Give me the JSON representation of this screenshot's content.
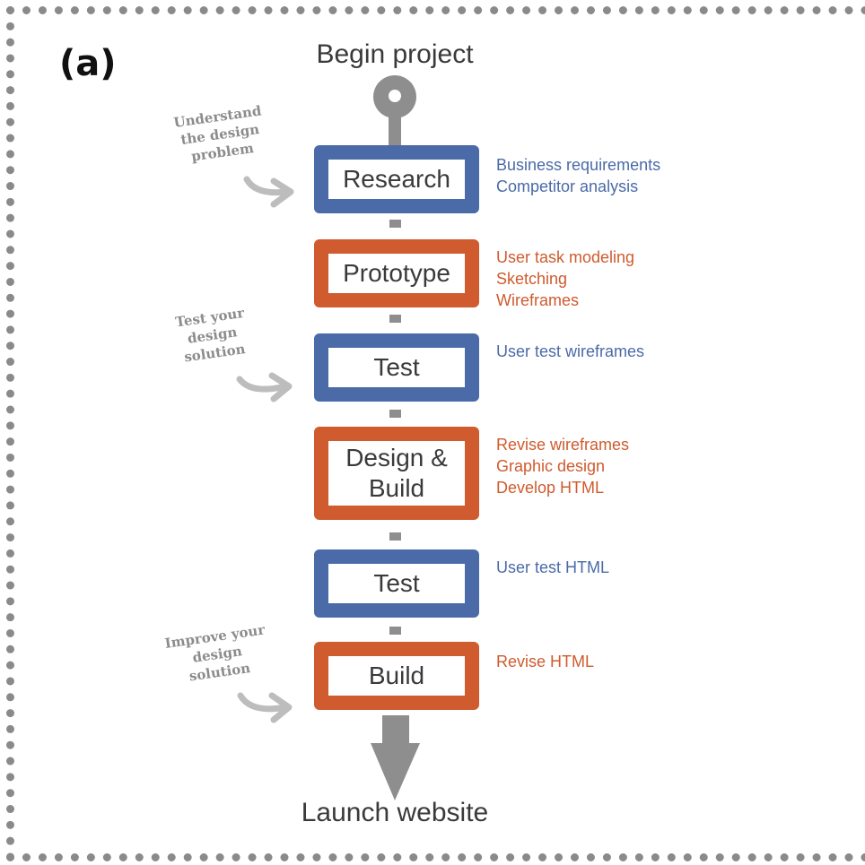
{
  "panel_label": "(a)",
  "start": "Begin project",
  "end": "Launch website",
  "stages": [
    {
      "label_lines": [
        "Research"
      ],
      "tasks": [
        "Business requirements",
        "Competitor analysis"
      ]
    },
    {
      "label_lines": [
        "Prototype"
      ],
      "tasks": [
        "User task modeling",
        "Sketching",
        "Wireframes"
      ]
    },
    {
      "label_lines": [
        "Test"
      ],
      "tasks": [
        "User test wireframes"
      ]
    },
    {
      "label_lines": [
        "Design &",
        "Build"
      ],
      "tasks": [
        "Revise wireframes",
        "Graphic design",
        "Develop HTML"
      ]
    },
    {
      "label_lines": [
        "Test"
      ],
      "tasks": [
        "User test HTML"
      ]
    },
    {
      "label_lines": [
        "Build"
      ],
      "tasks": [
        "Revise HTML"
      ]
    }
  ],
  "notes": [
    {
      "lines": [
        "Understand",
        "the design",
        "problem"
      ]
    },
    {
      "lines": [
        "Test your",
        "design",
        "solution"
      ]
    },
    {
      "lines": [
        "Improve your",
        "design",
        "solution"
      ]
    }
  ],
  "colors": {
    "blue": "#4a6aa8",
    "orange": "#cf5b2e",
    "gray": "#8e8e8e"
  }
}
